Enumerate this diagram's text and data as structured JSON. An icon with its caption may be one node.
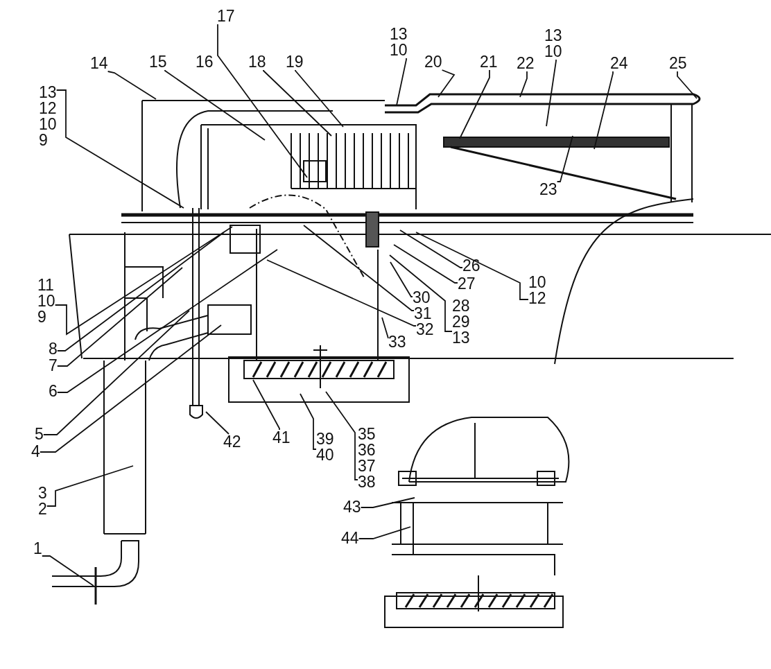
{
  "diagram": {
    "nodes": [
      {
        "text": [
          "17"
        ]
      },
      {
        "text": [
          "13",
          "10"
        ]
      },
      {
        "text": [
          "13",
          "10"
        ]
      },
      {
        "text": [
          "14"
        ]
      },
      {
        "text": [
          "15"
        ]
      },
      {
        "text": [
          "18"
        ]
      },
      {
        "text": [
          "19"
        ]
      },
      {
        "text": [
          "20"
        ]
      },
      {
        "text": [
          "21"
        ]
      },
      {
        "text": [
          "22"
        ]
      },
      {
        "text": [
          "24"
        ]
      },
      {
        "text": [
          "25"
        ]
      },
      {
        "text": [
          "13",
          "12",
          "10",
          "9"
        ]
      },
      {
        "text": [
          "23"
        ]
      },
      {
        "text": [
          "26"
        ]
      },
      {
        "text": [
          "27"
        ]
      },
      {
        "text": [
          "10",
          "12"
        ]
      },
      {
        "text": [
          "30"
        ]
      },
      {
        "text": [
          "28",
          "29",
          "13"
        ]
      },
      {
        "text": [
          "31"
        ]
      },
      {
        "text": [
          "32"
        ]
      },
      {
        "text": [
          "11",
          "10",
          "9"
        ]
      },
      {
        "text": [
          "33"
        ]
      },
      {
        "text": [
          "8"
        ]
      },
      {
        "text": [
          "7"
        ]
      },
      {
        "text": [
          "6"
        ]
      },
      {
        "text": [
          "41"
        ]
      },
      {
        "text": [
          "39",
          "40"
        ]
      },
      {
        "text": [
          "35",
          "36",
          "37",
          "38"
        ]
      },
      {
        "text": [
          "42"
        ]
      },
      {
        "text": [
          "5"
        ]
      },
      {
        "text": [
          "4"
        ]
      },
      {
        "text": [
          "43"
        ]
      },
      {
        "text": [
          "3",
          "2"
        ]
      },
      {
        "text": [
          "44"
        ]
      },
      {
        "text": [
          "1"
        ]
      }
    ],
    "edges": [
      {
        "from": 0,
        "to": null,
        "arrow": "none"
      },
      {
        "from": 1,
        "to": null,
        "arrow": "none"
      },
      {
        "from": 2,
        "to": null,
        "arrow": "none"
      },
      {
        "from": 3,
        "to": null,
        "arrow": "none"
      },
      {
        "from": 4,
        "to": null,
        "arrow": "none"
      },
      {
        "from": 5,
        "to": null,
        "arrow": "none"
      },
      {
        "from": 6,
        "to": null,
        "arrow": "none"
      },
      {
        "from": 7,
        "to": null,
        "arrow": "none"
      },
      {
        "from": 8,
        "to": null,
        "arrow": "none"
      },
      {
        "from": 9,
        "to": null,
        "arrow": "none"
      },
      {
        "from": 10,
        "to": null,
        "arrow": "none"
      },
      {
        "from": 11,
        "to": null,
        "arrow": "none"
      },
      {
        "from": 12,
        "to": null,
        "arrow": "none"
      },
      {
        "from": 13,
        "to": null,
        "arrow": "none"
      },
      {
        "from": 14,
        "to": null,
        "arrow": "none"
      },
      {
        "from": 15,
        "to": null,
        "arrow": "none"
      },
      {
        "from": 16,
        "to": null,
        "arrow": "none"
      },
      {
        "from": 17,
        "to": null,
        "arrow": "none"
      },
      {
        "from": 18,
        "to": null,
        "arrow": "none"
      },
      {
        "from": 19,
        "to": null,
        "arrow": "none"
      },
      {
        "from": 20,
        "to": null,
        "arrow": "none"
      },
      {
        "from": 21,
        "to": null,
        "arrow": "none"
      },
      {
        "from": 22,
        "to": null,
        "arrow": "none"
      },
      {
        "from": 23,
        "to": null,
        "arrow": "none"
      },
      {
        "from": 24,
        "to": null,
        "arrow": "none"
      },
      {
        "from": 25,
        "to": null,
        "arrow": "none"
      },
      {
        "from": 26,
        "to": null,
        "arrow": "none"
      },
      {
        "from": 27,
        "to": null,
        "arrow": "none"
      },
      {
        "from": 28,
        "to": null,
        "arrow": "none"
      },
      {
        "from": 29,
        "to": null,
        "arrow": "none"
      },
      {
        "from": 30,
        "to": null,
        "arrow": "none"
      },
      {
        "from": 31,
        "to": null,
        "arrow": "none"
      },
      {
        "from": 32,
        "to": null,
        "arrow": "none"
      },
      {
        "from": 33,
        "to": null,
        "arrow": "none"
      },
      {
        "from": 34,
        "to": null,
        "arrow": "none"
      },
      {
        "from": 35,
        "to": null,
        "arrow": "none"
      }
    ],
    "labels": [
      "16"
    ]
  }
}
